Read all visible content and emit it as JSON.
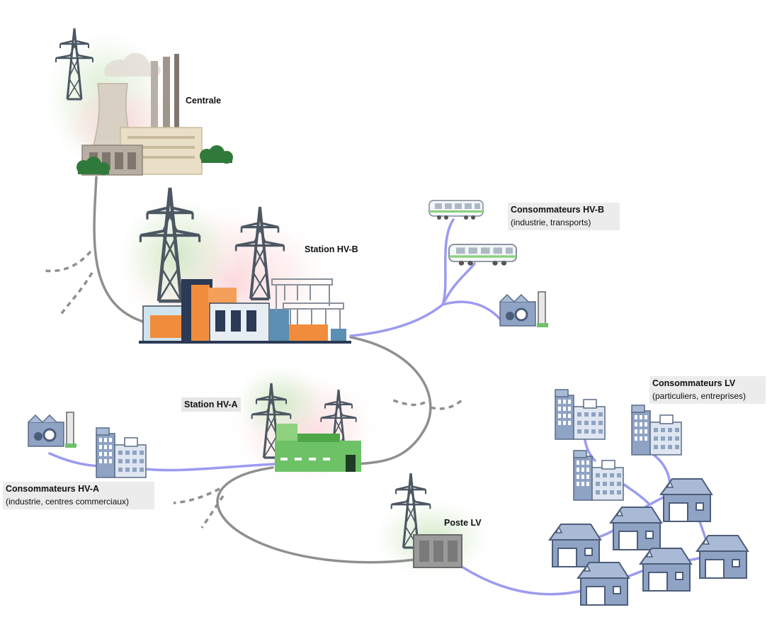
{
  "nodes": {
    "centrale": {
      "title": "Centrale"
    },
    "station_hvb": {
      "title": "Station HV-B"
    },
    "station_hva": {
      "title": "Station HV-A"
    },
    "poste_lv": {
      "title": "Poste LV"
    },
    "consumers_hvb": {
      "title": "Consommateurs HV-B",
      "subtitle": "(industrie, transports)"
    },
    "consumers_hva": {
      "title": "Consommateurs HV-A",
      "subtitle": "(industrie, centres commerciaux)"
    },
    "consumers_lv": {
      "title": "Consommateurs LV",
      "subtitle": "(particuliers, entreprises)"
    }
  },
  "colors": {
    "transmission_line": "#8f8f8f",
    "distribution_line": "#9b9bf0",
    "pylon": "#4c5763",
    "building_blue": "#8fa3c4",
    "building_green": "#6ec266",
    "accent_orange": "#f08c3c",
    "tree": "#2f7a3b"
  }
}
